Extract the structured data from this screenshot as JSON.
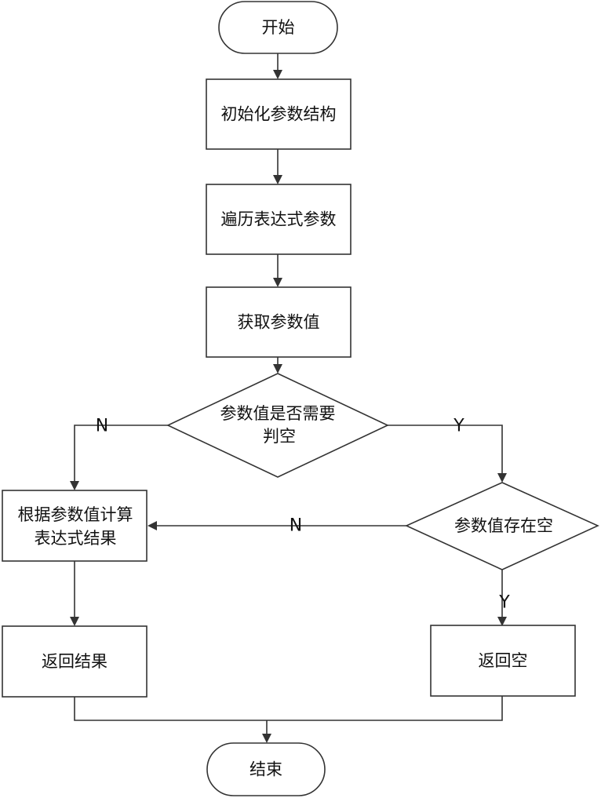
{
  "diagram": {
    "nodes": {
      "start": {
        "label": "开始"
      },
      "init": {
        "label": "初始化参数结构"
      },
      "traverse": {
        "label": "遍历表达式参数"
      },
      "get_value": {
        "label": "获取参数值"
      },
      "need_check": {
        "label_line1": "参数值是否需要",
        "label_line2": "判空"
      },
      "is_empty": {
        "label": "参数值存在空"
      },
      "compute": {
        "label_line1": "根据参数值计算",
        "label_line2": "表达式结果"
      },
      "return_result": {
        "label": "返回结果"
      },
      "return_empty": {
        "label": "返回空"
      },
      "end": {
        "label": "结束"
      }
    },
    "edge_labels": {
      "need_check_no": "N",
      "need_check_yes": "Y",
      "is_empty_no": "N",
      "is_empty_yes": "Y"
    }
  }
}
